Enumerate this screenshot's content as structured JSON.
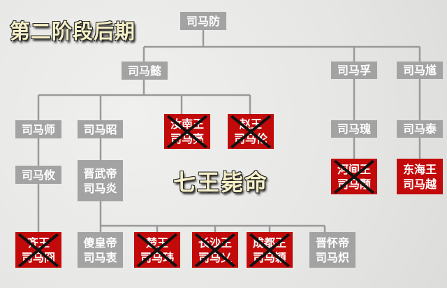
{
  "title": "第二阶段后期",
  "subtitle": "七王毙命",
  "colors": {
    "alive": "#a3a3a3",
    "killed_prince": "#c20a0a",
    "line": "#9a9a9a",
    "cross": "#111111"
  },
  "nodes": {
    "fang": {
      "lines": [
        "司马防"
      ]
    },
    "yi": {
      "lines": [
        "司马懿"
      ]
    },
    "fu": {
      "lines": [
        "司马孚"
      ]
    },
    "kui": {
      "lines": [
        "司马馗"
      ]
    },
    "shi": {
      "lines": [
        "司马师"
      ]
    },
    "zhao": {
      "lines": [
        "司马昭"
      ]
    },
    "liang": {
      "lines": [
        "汝南王",
        "司马亮"
      ],
      "crossed": true
    },
    "lun": {
      "lines": [
        "赵王",
        "司马伦"
      ],
      "crossed": true
    },
    "gui": {
      "lines": [
        "司马瑰"
      ]
    },
    "tai": {
      "lines": [
        "司马泰"
      ]
    },
    "you": {
      "lines": [
        "司马攸"
      ]
    },
    "yan": {
      "lines": [
        "晋武帝",
        "司马炎"
      ]
    },
    "yong": {
      "lines": [
        "河间王",
        "司马颙"
      ],
      "crossed": true
    },
    "yue": {
      "lines": [
        "东海王",
        "司马越"
      ],
      "crossed": false
    },
    "jiong": {
      "lines": [
        "齐王",
        "司马冏"
      ],
      "crossed": true
    },
    "zhong": {
      "lines": [
        "傻皇帝",
        "司马衷"
      ]
    },
    "wei": {
      "lines": [
        "楚王",
        "司马玮"
      ],
      "crossed": true
    },
    "ai": {
      "lines": [
        "长沙王",
        "司马乂"
      ],
      "crossed": true
    },
    "ying": {
      "lines": [
        "成都王",
        "司马颖"
      ],
      "crossed": true
    },
    "chi": {
      "lines": [
        "晋怀帝",
        "司马炽"
      ]
    }
  }
}
